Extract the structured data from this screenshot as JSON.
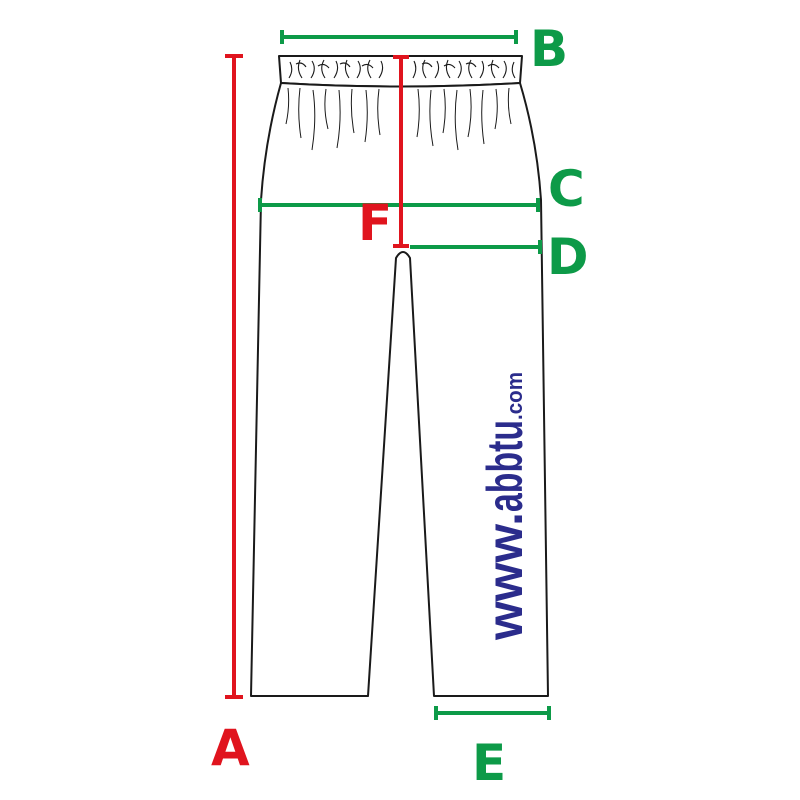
{
  "colors": {
    "green": "#0d9a48",
    "red": "#e0141e",
    "outline": "#1a1a1a",
    "watermark_blue": "#2b2c8c",
    "watermark_red": "#d8141c"
  },
  "labels": {
    "a": "A",
    "b": "B",
    "c": "C",
    "d": "D",
    "e": "E",
    "f": "F"
  },
  "watermark": {
    "www": "www.",
    "name": "abbtu",
    "tld": ".com"
  }
}
